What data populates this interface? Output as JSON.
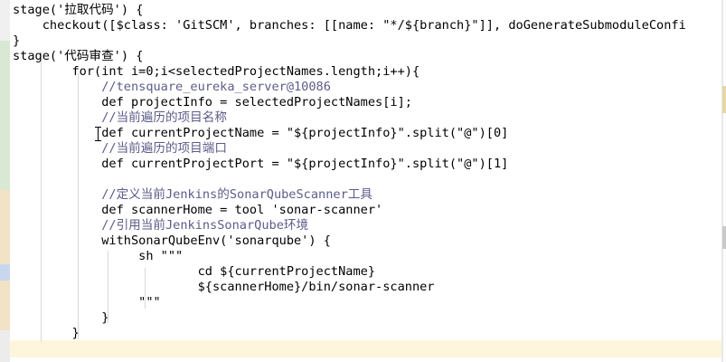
{
  "editor": {
    "lines": [
      "stage('拉取代码') {",
      "    checkout([$class: 'GitSCM', branches: [[name: \"*/${branch}\"]], doGenerateSubmoduleConfi",
      "}",
      "stage('代码审查') {",
      "        for(int i=0;i<selectedProjectNames.length;i++){",
      "            //tensquare_eureka_server@10086",
      "            def projectInfo = selectedProjectNames[i];",
      "            //当前遍历的项目名称",
      "            def currentProjectName = \"${projectInfo}\".split(\"@\")[0]",
      "            //当前遍历的项目端口",
      "            def currentProjectPort = \"${projectInfo}\".split(\"@\")[1]",
      "",
      "            //定义当前Jenkins的SonarQubeScanner工具",
      "            def scannerHome = tool 'sonar-scanner'",
      "            //引用当前JenkinsSonarQube环境",
      "            withSonarQubeEnv('sonarqube') {",
      "                 sh \"\"\"",
      "                         cd ${currentProjectName}",
      "                         ${scannerHome}/bin/sonar-scanner",
      "                 \"\"\"",
      "            }",
      "        }",
      ""
    ],
    "colors": {
      "text": "#000000",
      "comment": "#5c5c8a",
      "current_line": "#fdf6dc",
      "gutter": "#f0f0f0"
    }
  }
}
